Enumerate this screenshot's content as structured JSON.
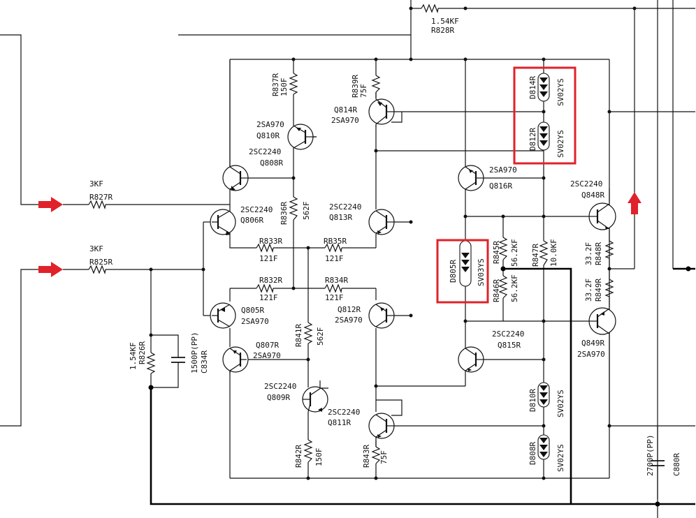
{
  "resistors": [
    {
      "id": "r828",
      "ref": "R828R",
      "value": "1.54KF"
    },
    {
      "id": "r827",
      "ref": "R827R",
      "value": "3KF"
    },
    {
      "id": "r825",
      "ref": "R825R",
      "value": "3KF"
    },
    {
      "id": "r837",
      "ref": "R837R",
      "value": "150F"
    },
    {
      "id": "r839",
      "ref": "R839R",
      "value": "75F"
    },
    {
      "id": "r836",
      "ref": "R836R",
      "value": "562F"
    },
    {
      "id": "r833",
      "ref": "R833R",
      "value": "121F"
    },
    {
      "id": "r835",
      "ref": "RB35R",
      "value": "121F"
    },
    {
      "id": "r832",
      "ref": "R832R",
      "value": "121F"
    },
    {
      "id": "r834",
      "ref": "R834R",
      "value": "121F"
    },
    {
      "id": "r841",
      "ref": "R841R",
      "value": "562F"
    },
    {
      "id": "r826",
      "ref": "R826R",
      "value": "1.54KF"
    },
    {
      "id": "r842",
      "ref": "R842R",
      "value": "150F"
    },
    {
      "id": "r843",
      "ref": "R843R",
      "value": "75F"
    },
    {
      "id": "r845",
      "ref": "R845R",
      "value": "56.2KF"
    },
    {
      "id": "r846",
      "ref": "R846R",
      "value": "56.2KF"
    },
    {
      "id": "r847",
      "ref": "R847R",
      "value": "10.0KF"
    },
    {
      "id": "r848",
      "ref": "R848R",
      "value": "33.2F"
    },
    {
      "id": "r849",
      "ref": "R849R",
      "value": "33.2F"
    }
  ],
  "capacitors": [
    {
      "id": "c834",
      "ref": "C834R",
      "value": "1500P(PP)"
    },
    {
      "id": "c880",
      "ref": "C880R",
      "value": "2700P(PP)"
    }
  ],
  "transistors": [
    {
      "id": "q814",
      "ref": "Q814R",
      "type": "2SA970"
    },
    {
      "id": "q810",
      "ref": "Q810R",
      "type": "2SA970"
    },
    {
      "id": "q808",
      "ref": "Q808R",
      "type": "2SC2240"
    },
    {
      "id": "q806",
      "ref": "Q806R",
      "type": "2SC2240"
    },
    {
      "id": "q813",
      "ref": "Q813R",
      "type": "2SC2240"
    },
    {
      "id": "q805",
      "ref": "Q805R",
      "type": "2SA970"
    },
    {
      "id": "q812",
      "ref": "Q812R",
      "type": "2SA970"
    },
    {
      "id": "q807",
      "ref": "Q807R",
      "type": "2SA970"
    },
    {
      "id": "q809",
      "ref": "Q809R",
      "type": "2SC2240"
    },
    {
      "id": "q811",
      "ref": "Q811R",
      "type": "2SC2240"
    },
    {
      "id": "q816",
      "ref": "Q816R",
      "type": "2SA970"
    },
    {
      "id": "q815",
      "ref": "Q815R",
      "type": "2SC2240"
    },
    {
      "id": "q848",
      "ref": "Q848R",
      "type": "2SC2240"
    },
    {
      "id": "q849",
      "ref": "Q849R",
      "type": "2SA970"
    }
  ],
  "diodes": [
    {
      "id": "d814",
      "ref": "D814R",
      "type": "SV02YS"
    },
    {
      "id": "d812",
      "ref": "D812R",
      "type": "SV02YS"
    },
    {
      "id": "d805",
      "ref": "D805R",
      "type": "SV03YS"
    },
    {
      "id": "d810",
      "ref": "D810R",
      "type": "SV02YS"
    },
    {
      "id": "d808",
      "ref": "D808R",
      "type": "SV02YS"
    }
  ],
  "highlight_color": "#e0222a",
  "highlights": [
    "d814-d812",
    "d805"
  ],
  "arrows": [
    "input-arrow-upper",
    "input-arrow-lower",
    "output-arrow-up"
  ]
}
